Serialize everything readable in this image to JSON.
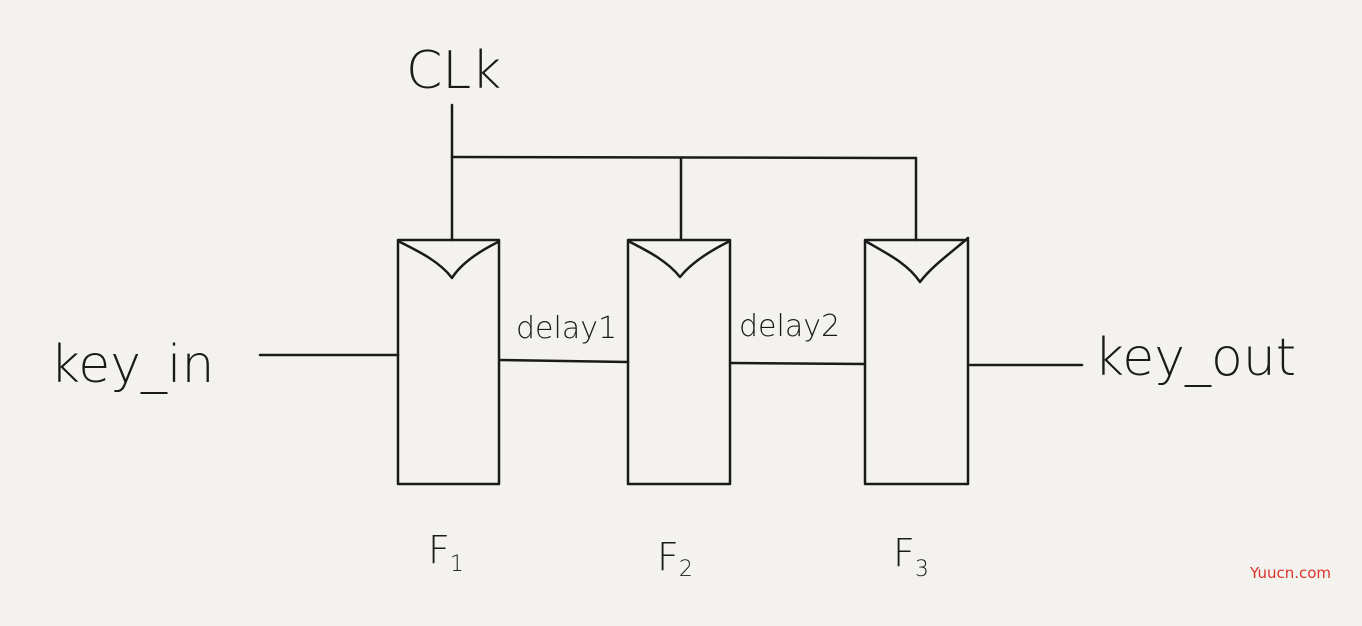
{
  "diagram": {
    "clock_label": "CLk",
    "input_label": "key_in",
    "output_label": "key_out",
    "signals": [
      "delay1",
      "delay2"
    ],
    "flipflops": [
      {
        "letter": "F",
        "index": "1"
      },
      {
        "letter": "F",
        "index": "2"
      },
      {
        "letter": "F",
        "index": "3"
      }
    ]
  },
  "watermark": {
    "text": "Yuucn.com",
    "color": "#d9342b"
  }
}
